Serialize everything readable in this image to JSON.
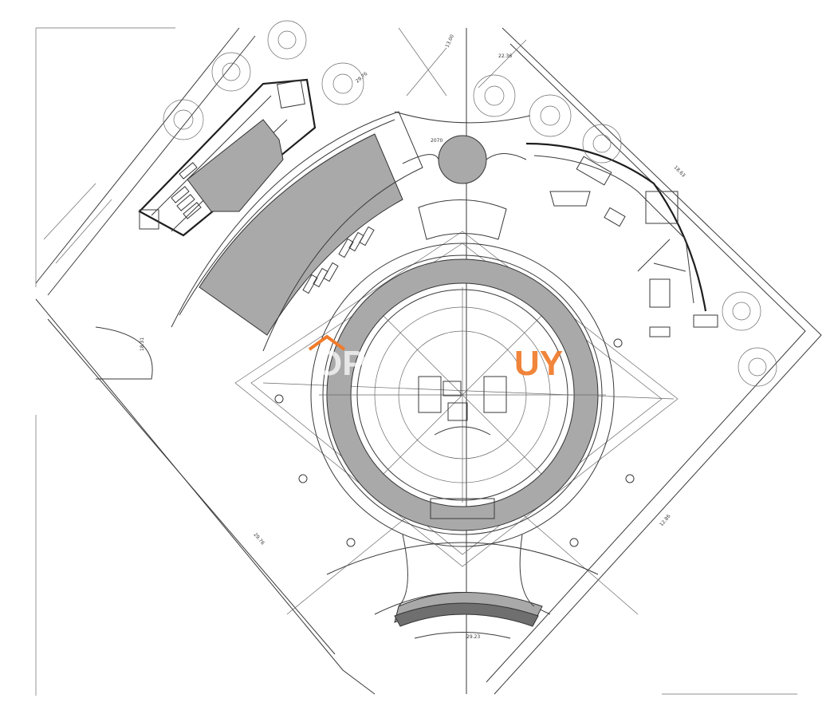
{
  "plan": {
    "labels": {
      "dim_top_left": "29.76",
      "dim_top": "13.00",
      "dim_top_small": "22.36",
      "dim_top_center": "2070",
      "dim_right": "18.63",
      "dim_left": "18.31",
      "dim_bottom_left": "29.76",
      "dim_bottom_right": "12.86",
      "dim_bottom_center": "29.23"
    },
    "watermark": {
      "left_text": "OP",
      "right_text": "UY",
      "right_color": "#f07b2a"
    },
    "colors": {
      "hall_fill": "#a9a9a9",
      "ring_fill": "#a9a9a9",
      "band_dark": "#6f6f6f"
    }
  }
}
